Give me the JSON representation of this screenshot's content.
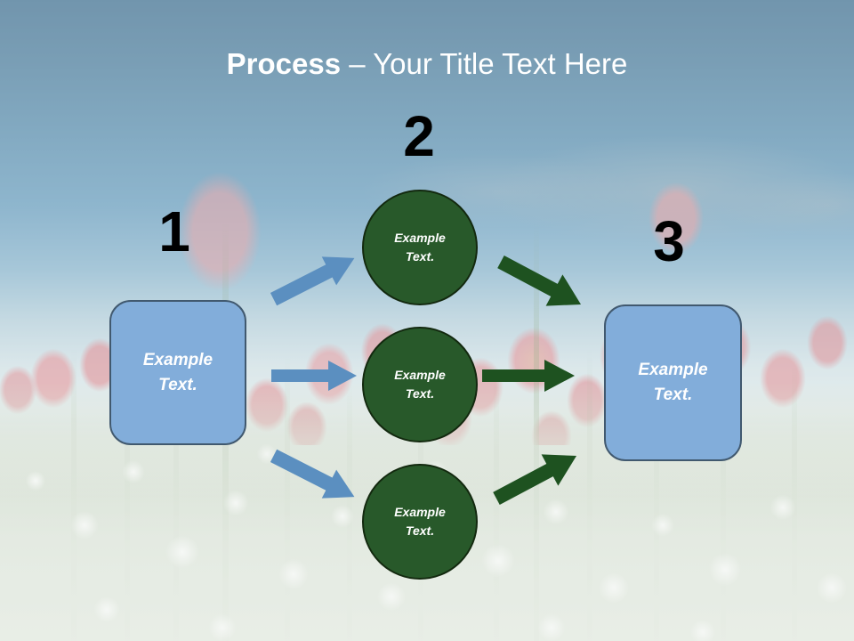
{
  "slide": {
    "title": {
      "bold_part": "Process",
      "regular_part": " – Your Title Text Here",
      "color": "#ffffff"
    },
    "background": {
      "description": "washed-out photo of a pink tulip field with white baby's-breath flowers and blue sky",
      "sky_top_color": "#35688f",
      "sky_bottom_color": "#e6eae4"
    },
    "steps": [
      {
        "number": "1",
        "label_line1": "Example",
        "label_line2": "Text."
      },
      {
        "number": "2"
      },
      {
        "number": "3",
        "label_line1": "Example",
        "label_line2": "Text."
      }
    ],
    "boxes": [
      {
        "id": "box-left",
        "line1": "Example",
        "line2": "Text.",
        "fill_color": "#82adda",
        "border_color": "#41596f"
      },
      {
        "id": "box-right",
        "line1": "Example",
        "line2": "Text.",
        "fill_color": "#82adda",
        "border_color": "#41596f"
      }
    ],
    "circles": [
      {
        "id": "circle-1",
        "line1": "Example",
        "line2": "Text.",
        "fill_color": "#28592a",
        "border_color": "#13290f"
      },
      {
        "id": "circle-2",
        "line1": "Example",
        "line2": "Text.",
        "fill_color": "#28592a",
        "border_color": "#13290f"
      },
      {
        "id": "circle-3",
        "line1": "Example",
        "line2": "Text.",
        "fill_color": "#28592a",
        "border_color": "#13290f"
      }
    ],
    "arrows": [
      {
        "id": "arr-b1",
        "color": "#5b8fc0",
        "direction": "up-right",
        "from": "box-left",
        "to": "circle-1"
      },
      {
        "id": "arr-b2",
        "color": "#5b8fc0",
        "direction": "right",
        "from": "box-left",
        "to": "circle-2"
      },
      {
        "id": "arr-b3",
        "color": "#5b8fc0",
        "direction": "down-right",
        "from": "box-left",
        "to": "circle-3"
      },
      {
        "id": "arr-g1",
        "color": "#1e5220",
        "direction": "down-right",
        "from": "circle-1",
        "to": "box-right"
      },
      {
        "id": "arr-g2",
        "color": "#1e5220",
        "direction": "right",
        "from": "circle-2",
        "to": "box-right"
      },
      {
        "id": "arr-g3",
        "color": "#1e5220",
        "direction": "up-right",
        "from": "circle-3",
        "to": "box-right"
      }
    ]
  }
}
